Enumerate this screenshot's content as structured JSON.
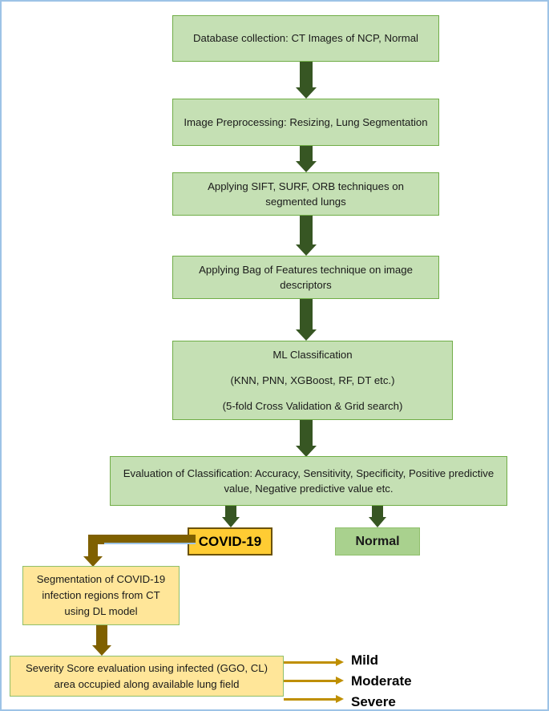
{
  "diagram": {
    "title": "COVID-19 CT classification and severity scoring pipeline",
    "border_color": "#9dc3e6",
    "colors": {
      "green_fill": "#c5e0b4",
      "green_border": "#70ad47",
      "green_solid": "#a9d18e",
      "dark_green_arrow": "#375623",
      "yellow_fill": "#ffe699",
      "gold_fill": "#ffcc33",
      "gold_border": "#6b5200",
      "brown_arrow": "#7f6000",
      "thin_arrow": "#bf8f00"
    },
    "nodes": [
      {
        "id": "database-collection",
        "lines": [
          "Database collection: CT Images of NCP, Normal"
        ],
        "style": "green"
      },
      {
        "id": "image-preprocessing",
        "lines": [
          "Image Preprocessing: Resizing, Lung Segmentation"
        ],
        "style": "green"
      },
      {
        "id": "feature-extraction",
        "lines": [
          "Applying SIFT, SURF, ORB techniques on segmented lungs"
        ],
        "style": "green"
      },
      {
        "id": "bag-of-features",
        "lines": [
          "Applying Bag of Features technique on image descriptors"
        ],
        "style": "green"
      },
      {
        "id": "ml-classification",
        "lines": [
          "ML Classification",
          "(KNN, PNN, XGBoost, RF, DT etc.)",
          "(5-fold Cross Validation & Grid search)"
        ],
        "style": "green"
      },
      {
        "id": "evaluation",
        "lines": [
          "Evaluation of Classification: Accuracy, Sensitivity, Specificity, Positive predictive value, Negative predictive value etc."
        ],
        "style": "green"
      },
      {
        "id": "covid-19",
        "lines": [
          "COVID-19"
        ],
        "style": "gold"
      },
      {
        "id": "normal",
        "lines": [
          "Normal"
        ],
        "style": "green-solid"
      },
      {
        "id": "segmentation",
        "lines": [
          "Segmentation of COVID-19 infection regions from CT using DL model"
        ],
        "style": "yellow"
      },
      {
        "id": "severity-score",
        "lines": [
          "Severity Score evaluation using infected (GGO, CL) area occupied along available lung field"
        ],
        "style": "yellow"
      }
    ],
    "node_text": {
      "database_collection": "Database collection: CT Images of NCP, Normal",
      "image_preprocessing": "Image Preprocessing: Resizing, Lung Segmentation",
      "feature_extraction": "Applying SIFT, SURF, ORB techniques on segmented lungs",
      "bag_of_features": "Applying Bag of Features technique on image descriptors",
      "ml_classification_line1": "ML Classification",
      "ml_classification_line2": "(KNN, PNN, XGBoost, RF, DT etc.)",
      "ml_classification_line3": "(5-fold Cross Validation & Grid search)",
      "evaluation": "Evaluation of Classification: Accuracy, Sensitivity, Specificity, Positive predictive value, Negative predictive value etc.",
      "covid_19": "COVID-19",
      "normal": "Normal",
      "segmentation": "Segmentation of COVID-19 infection regions from CT using DL model",
      "severity_score": "Severity Score evaluation using infected (GGO, CL) area occupied along available lung field"
    },
    "severity_outcomes": [
      {
        "label": "Mild"
      },
      {
        "label": "Moderate"
      },
      {
        "label": "Severe"
      }
    ]
  }
}
